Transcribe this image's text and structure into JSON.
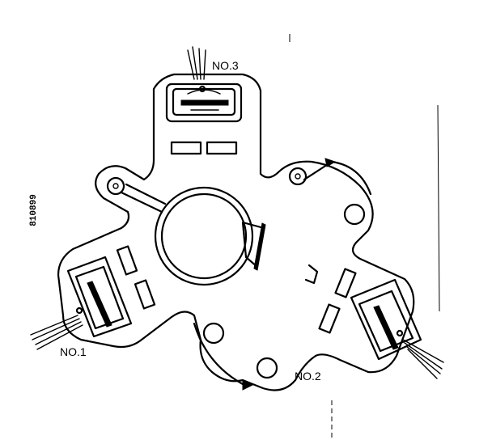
{
  "figure": {
    "labels": {
      "head1": "NO.1",
      "head2": "NO.2",
      "head3": "NO.3"
    },
    "drawing_code": "810899",
    "colors": {
      "ink": "#000000",
      "paper": "#ffffff"
    }
  }
}
